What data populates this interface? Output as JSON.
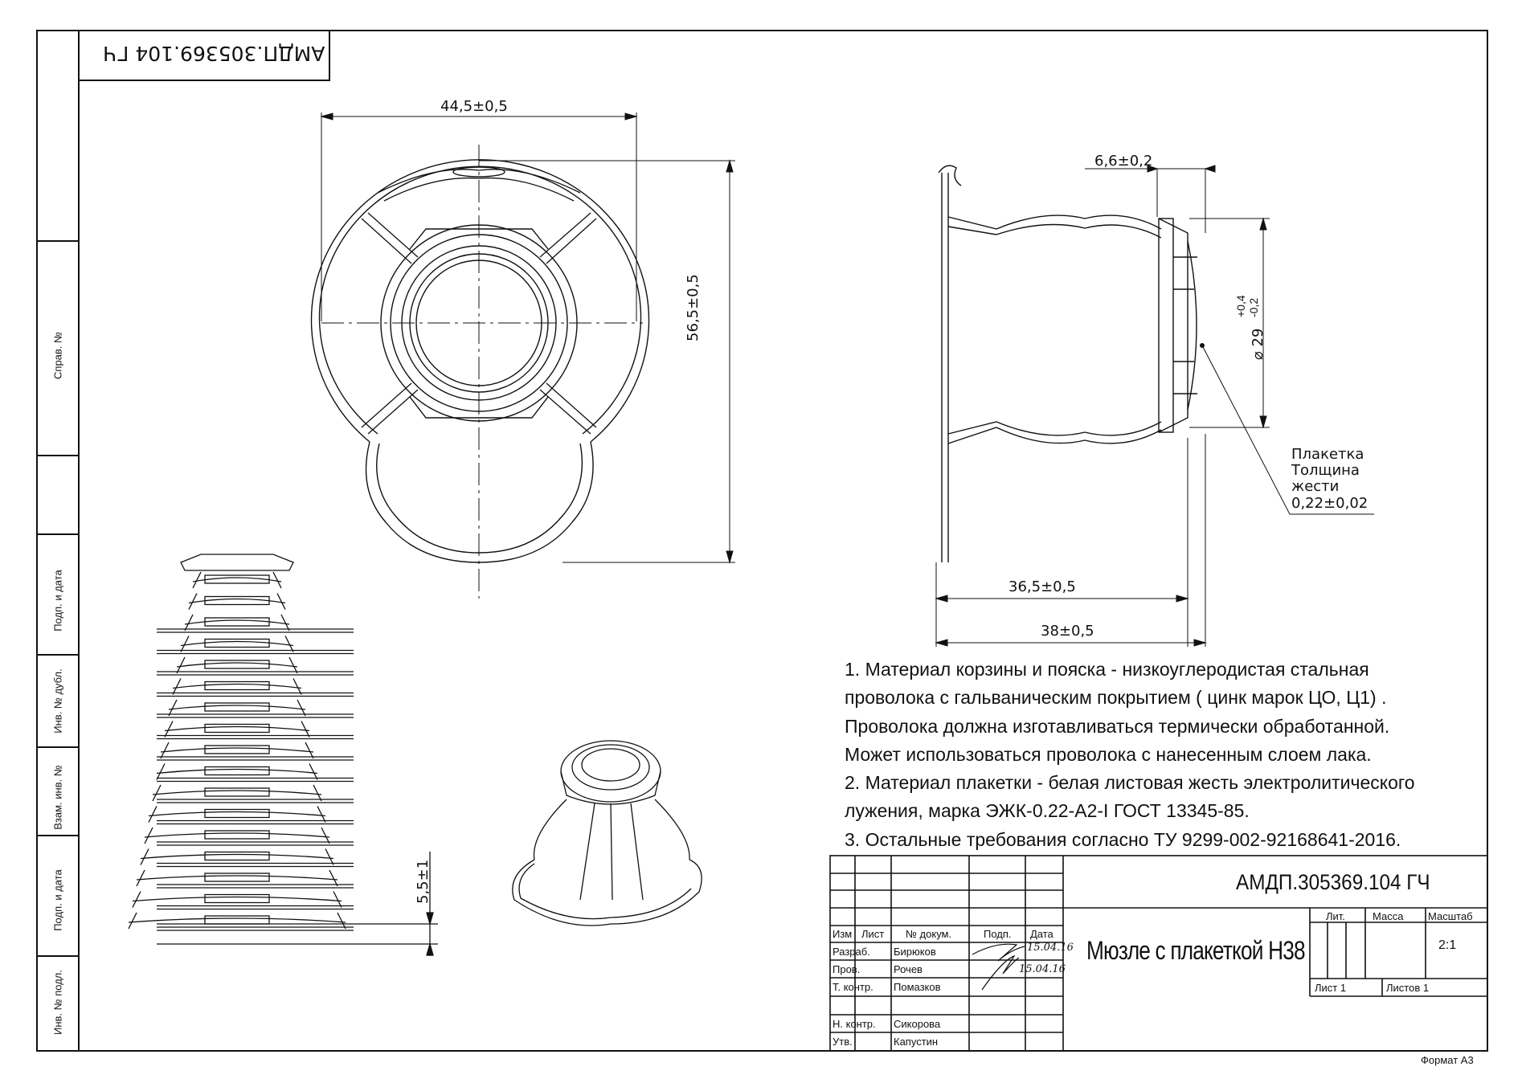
{
  "stamp_code": "АМДП.305369.104 ГЧ",
  "side_labels": [
    "Справ. №",
    "Подп. и дата",
    "Инв. № дубл.",
    "Взам. инв. №",
    "Подп. и дата",
    "Инв. № подл."
  ],
  "dimensions": {
    "top_width": "44,5±0,5",
    "top_height": "56,5±0,5",
    "side_top": "6,6±0,2",
    "side_diam": "⌀ 29",
    "side_diam_tol_upper": "+0,4",
    "side_diam_tol_lower": "-0,2",
    "side_len_inner": "36,5±0,5",
    "side_len_outer": "38±0,5",
    "stack_pitch": "5,5±1"
  },
  "callout": {
    "line1": "Плакетка",
    "line2": "Толщина",
    "line3": "жести",
    "line4": "0,22±0,02"
  },
  "notes": [
    "1.    Материал корзины и пояска -    низкоуглеродистая стальная",
    "проволока с гальваническим покрытием ( цинк марок ЦО, Ц1)   .",
    "Проволока должна изготавливаться термически обработанной.",
    "Может использоваться проволока с нанесенным слоем лака.",
    "2.    Материал плакетки  - белая листовая жесть электролитического",
    "лужения, марка ЭЖК-0.22-А2-I ГОСТ 13345-85.",
    "3. Остальные требования согласно ТУ 9299-002-92168641-2016."
  ],
  "title_block": {
    "doc_code": "АМДП.305369.104 ГЧ",
    "title": "Мюзле с плакеткой Н38",
    "headers": {
      "izm": "Изм",
      "list": "Лист",
      "docnum": "№ докум.",
      "podp": "Подп.",
      "date": "Дата"
    },
    "roles": [
      {
        "role": "Разраб.",
        "name": "Бирюков",
        "date": "15.04.16"
      },
      {
        "role": "Пров.",
        "name": "Рочев",
        "date": "15.04.16"
      },
      {
        "role": "Т. контр.",
        "name": "Помазков",
        "date": ""
      },
      {
        "role": "Н. контр.",
        "name": "Сикорова",
        "date": ""
      },
      {
        "role": "Утв.",
        "name": "Капустин",
        "date": ""
      }
    ],
    "lit_label": "Лит.",
    "mass_label": "Масса",
    "scale_label": "Масштаб",
    "scale_value": "2:1",
    "sheet_label": "Лист 1",
    "sheets_label": "Листов 1",
    "format": "Формат А3"
  }
}
